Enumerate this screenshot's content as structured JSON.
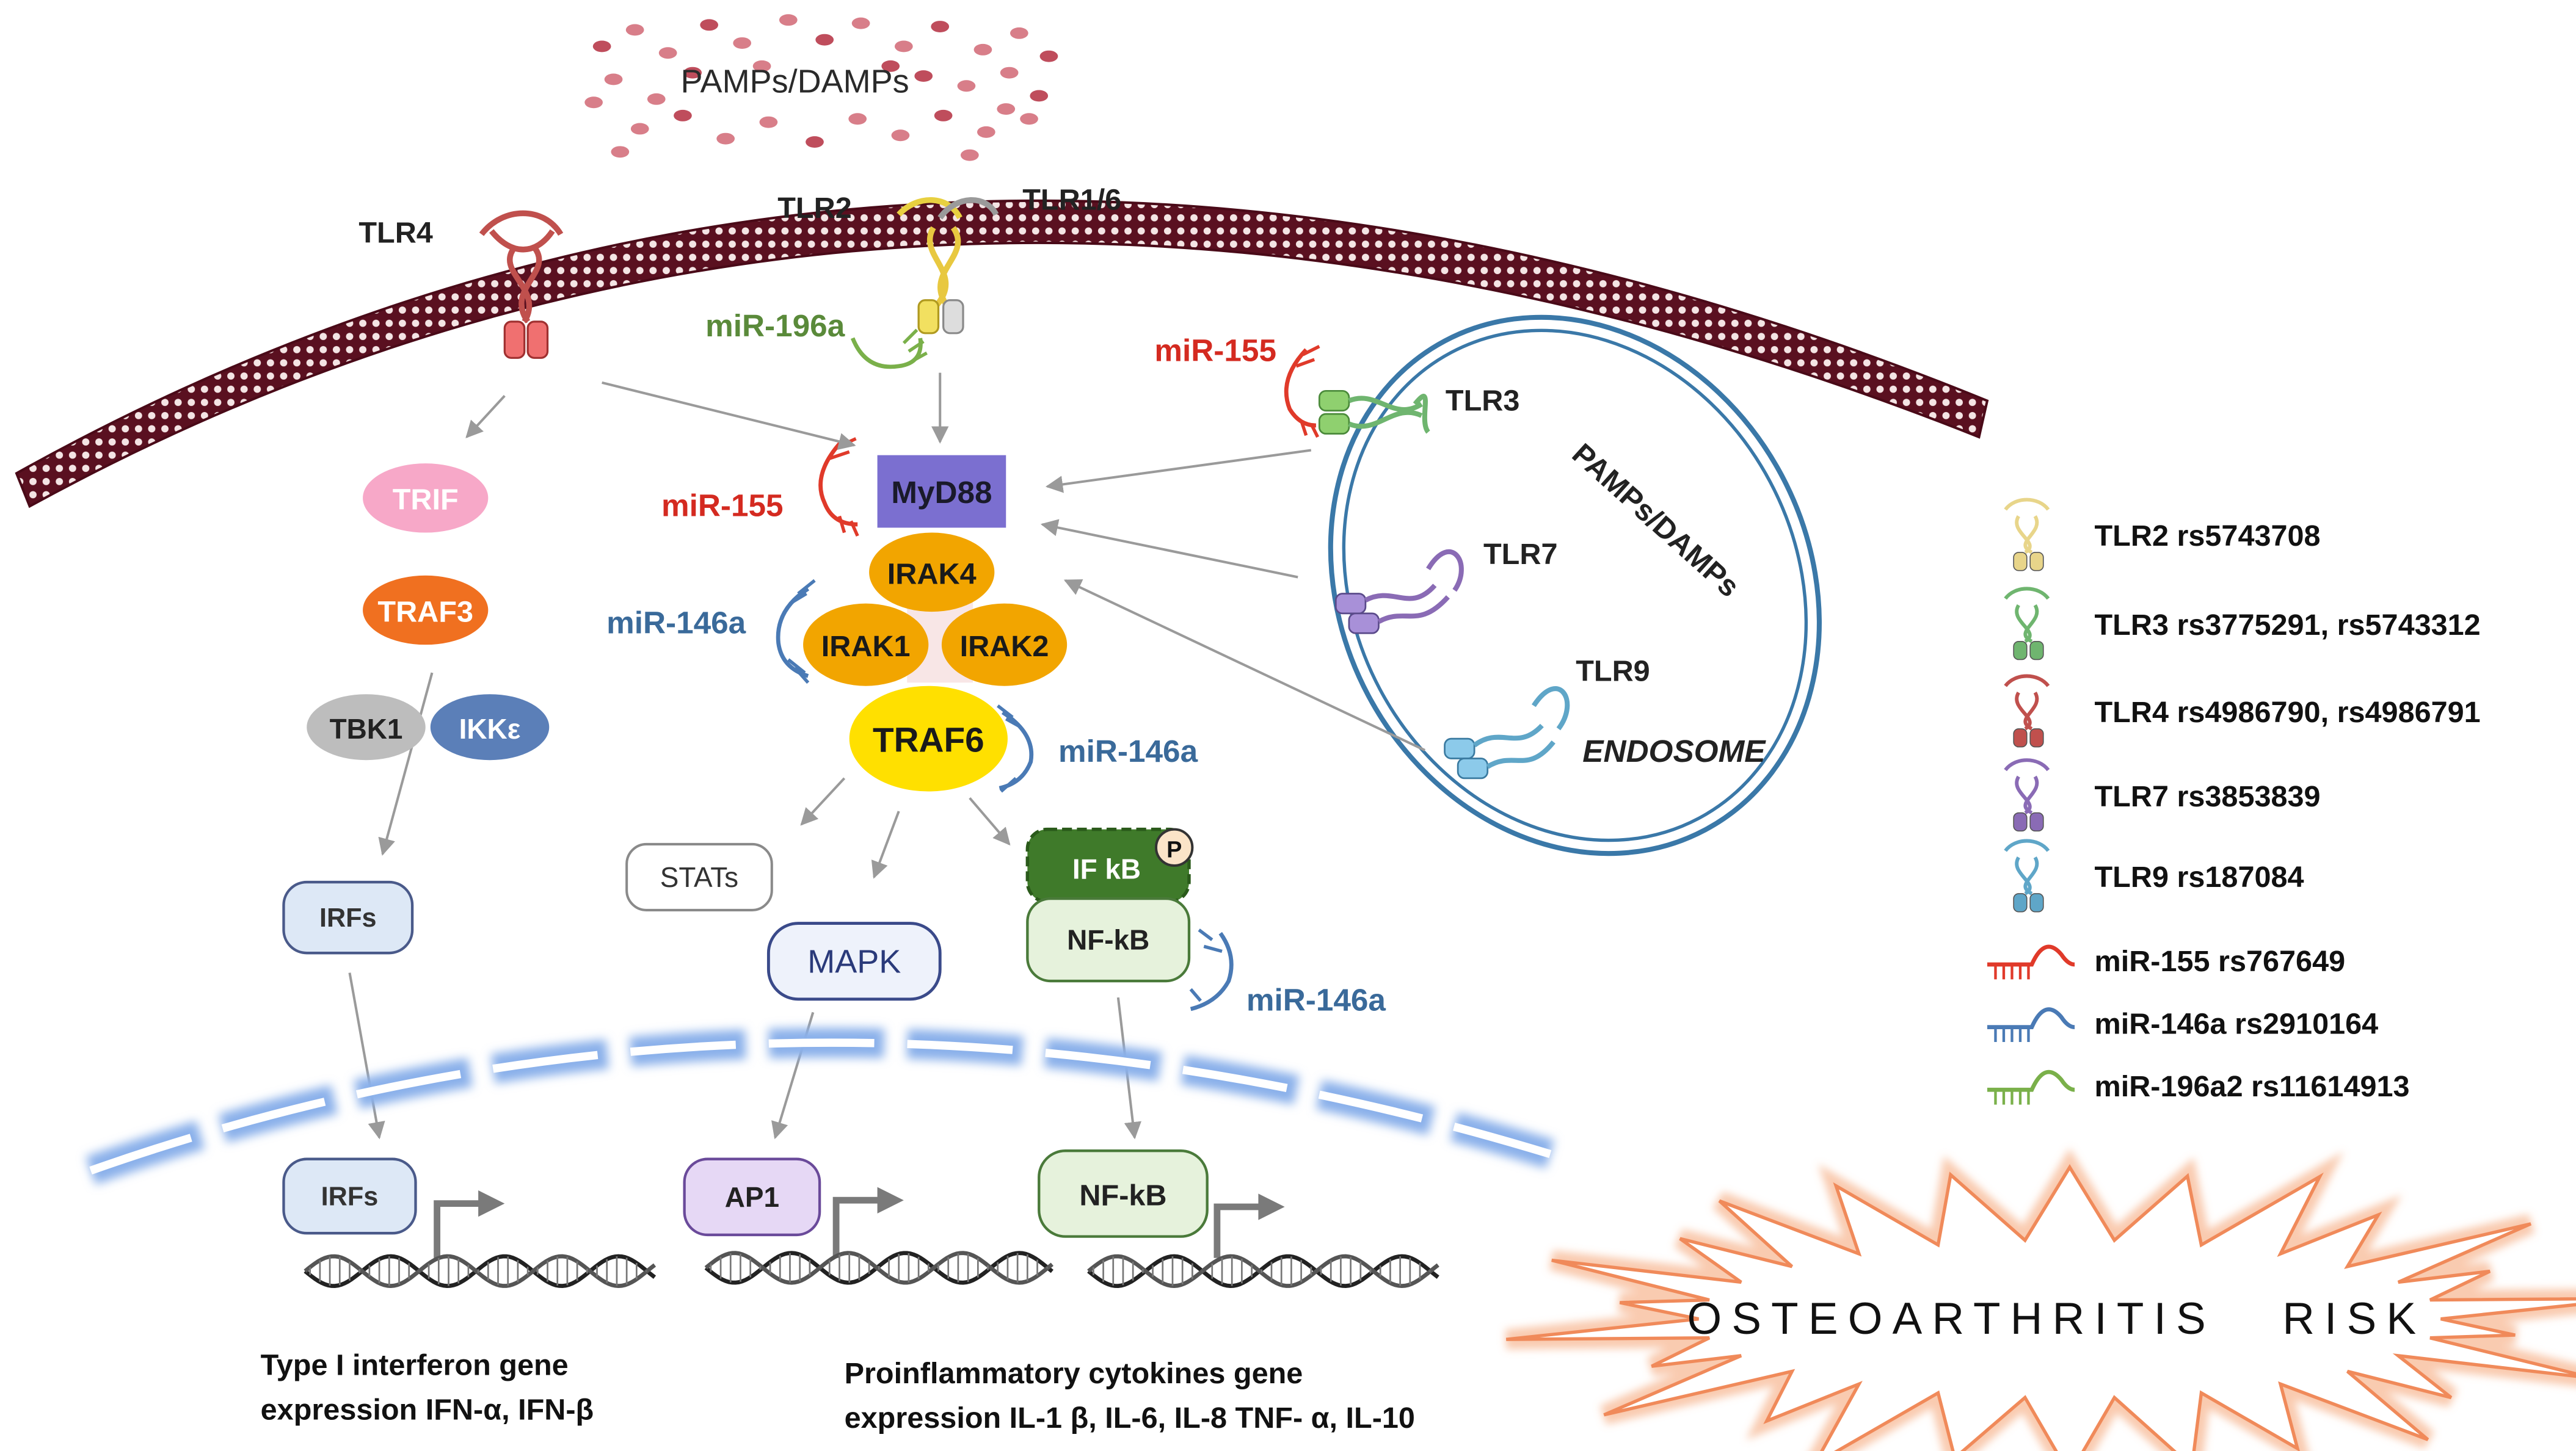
{
  "ligand_label": "PAMPs/DAMPs",
  "endosome_ligand_label": "PAMPs/DAMPs",
  "endosome_label": "ENDOSOME",
  "receptors": {
    "tlr4": "TLR4",
    "tlr2": "TLR2",
    "tlr16": "TLR1/6",
    "tlr3": "TLR3",
    "tlr7": "TLR7",
    "tlr9": "TLR9"
  },
  "mirnas": {
    "mir196a": "miR-196a",
    "mir155_membrane": "miR-155",
    "mir155_myd88": "miR-155",
    "mir146a_irak": "miR-146a",
    "mir146a_traf6": "miR-146a",
    "mir146a_nfkb": "miR-146a"
  },
  "trif_pathway": {
    "trif": "TRIF",
    "traf3": "TRAF3",
    "tbk1": "TBK1",
    "ikke": "IKKε",
    "irfs_cyto": "IRFs",
    "irfs_nuc": "IRFs"
  },
  "myd88_pathway": {
    "myd88": "MyD88",
    "irak4": "IRAK4",
    "irak1": "IRAK1",
    "irak2": "IRAK2",
    "traf6": "TRAF6",
    "stats": "STATs",
    "mapk": "MAPK",
    "ifkb": "IF kB",
    "phospho": "P",
    "nfkb_cyto": "NF-kB",
    "ap1": "AP1",
    "nfkb_nuc": "NF-kB"
  },
  "outputs": {
    "type1_line1": "Type I interferon gene",
    "type1_line2": "expression IFN-α, IFN-β",
    "cytokines_line1": "Proinflammatory cytokines gene",
    "cytokines_line2": "expression IL-1 β, IL-6, IL-8 TNF- α, IL-10"
  },
  "legend": [
    {
      "label": "TLR2 rs5743708",
      "color": "#e8d58a",
      "kind": "receptor"
    },
    {
      "label": "TLR3 rs3775291, rs5743312",
      "color": "#6fb56f",
      "kind": "receptor"
    },
    {
      "label": "TLR4 rs4986790, rs4986791",
      "color": "#c0504d",
      "kind": "receptor"
    },
    {
      "label": "TLR7 rs3853839",
      "color": "#8a6bb5",
      "kind": "receptor"
    },
    {
      "label": "TLR9 rs187084",
      "color": "#5fa6c8",
      "kind": "receptor"
    },
    {
      "label": "miR-155 rs767649",
      "color": "#e03a2a",
      "kind": "mirna"
    },
    {
      "label": "miR-146a rs2910164",
      "color": "#4a7ab5",
      "kind": "mirna"
    },
    {
      "label": "miR-196a2 rs11614913",
      "color": "#7ab04a",
      "kind": "mirna"
    }
  ],
  "risk_label": "OSTEOARTHRITIS   RISK",
  "colors": {
    "membrane": "#7a2030",
    "myd88": "#7b6fd0",
    "irak": "#f2a500",
    "traf6": "#ffe000",
    "trif": "#f7a8c8",
    "traf3": "#f07020",
    "tbk1": "#bdbdbd",
    "ikke": "#5b7fb8",
    "ifkb": "#3f7a2a",
    "nfkb": "#e6f2dc",
    "ap1": "#e6d8f5",
    "irfs": "#dde8f6",
    "mir155": "#d42a20",
    "mir146a": "#3a6a9a",
    "mir196a": "#5a8a3a",
    "endosome": "#3a78a8",
    "risk_glow": "#f4a070"
  }
}
